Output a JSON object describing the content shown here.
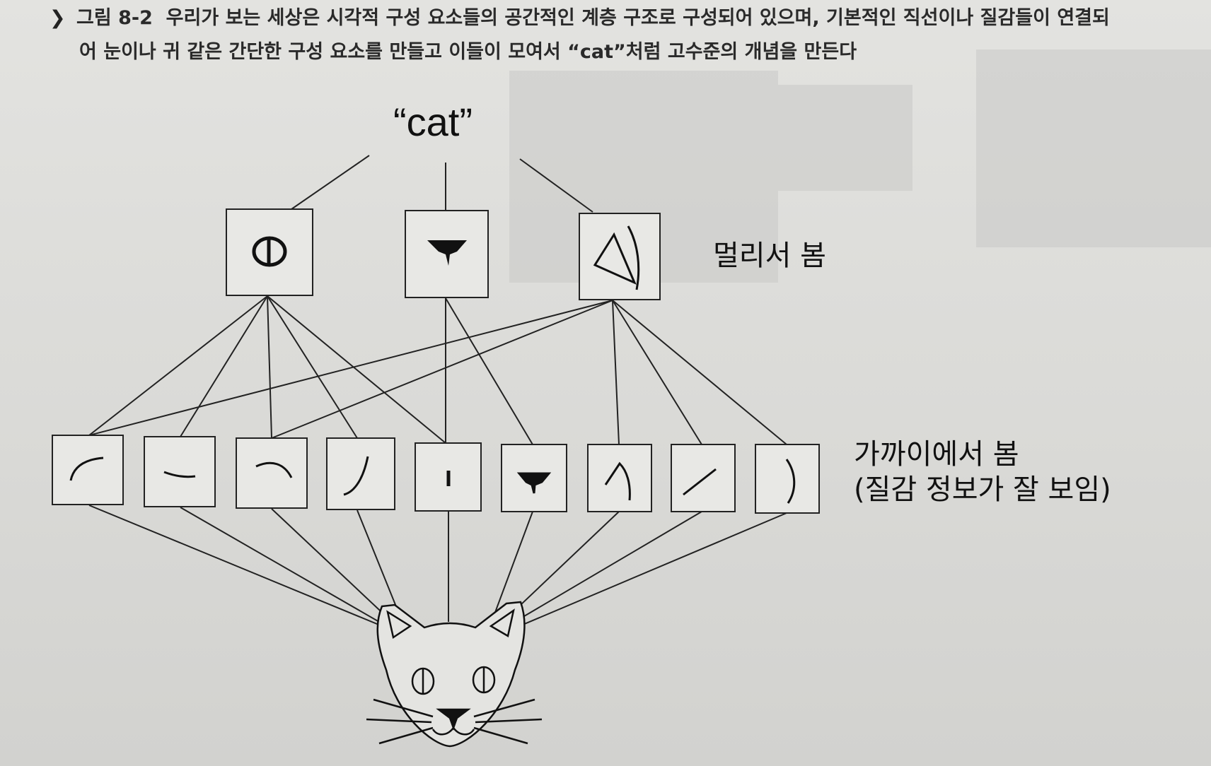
{
  "caption": {
    "figure_label": "그림 8-2",
    "line1": "우리가 보는 세상은 시각적 구성 요소들의 공간적인 계층 구조로 구성되어 있으며, 기본적인 직선이나 질감들이 연결되",
    "line2": "어 눈이나 귀 같은 간단한 구성 요소를 만들고 이들이 모여서 “cat”처럼 고수준의 개념을 만든다",
    "icon": "chevron-down-icon"
  },
  "diagram": {
    "top_concept": "“cat”",
    "far_label": "멀리서 봄",
    "near_label_line1": "가까이에서 봄",
    "near_label_line2": "(질감 정보가 잘 보임)",
    "top_level_parts": [
      "eye-icon",
      "nose-icon",
      "ear-icon"
    ],
    "low_level_features": [
      "curve-icon",
      "short-line-icon",
      "arc-icon",
      "hook-icon",
      "vertical-tick-icon",
      "nose-blob-icon",
      "peak-icon",
      "diagonal-line-icon",
      "bracket-icon"
    ],
    "base_image": "cat-face-icon"
  }
}
